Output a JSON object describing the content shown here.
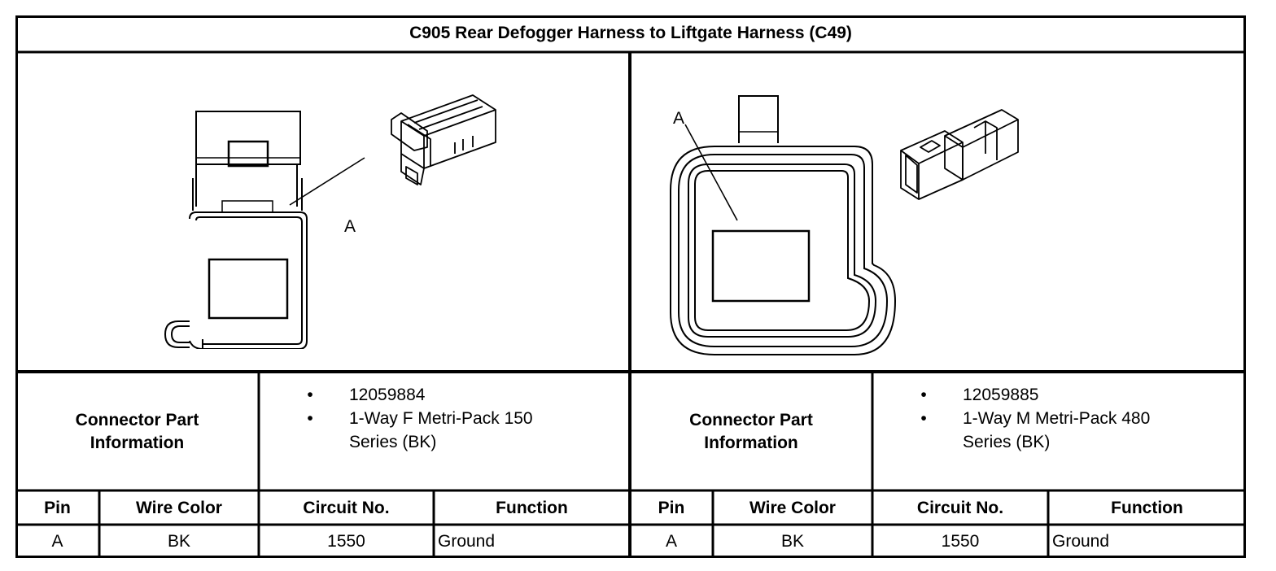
{
  "title": "C905 Rear Defogger Harness to Liftgate Harness (C49)",
  "connectors": [
    {
      "callout": "A",
      "info_label_line1": "Connector Part",
      "info_label_line2": "Information",
      "part_number": "12059884",
      "description_line1": "1-Way F Metri-Pack 150",
      "description_line2": "Series (BK)",
      "headers": {
        "pin": "Pin",
        "wire_color": "Wire Color",
        "circuit": "Circuit No.",
        "function": "Function"
      },
      "rows": [
        {
          "pin": "A",
          "wire_color": "BK",
          "circuit": "1550",
          "function": "Ground"
        }
      ]
    },
    {
      "callout": "A",
      "info_label_line1": "Connector Part",
      "info_label_line2": "Information",
      "part_number": "12059885",
      "description_line1": "1-Way M Metri-Pack 480",
      "description_line2": "Series (BK)",
      "headers": {
        "pin": "Pin",
        "wire_color": "Wire Color",
        "circuit": "Circuit No.",
        "function": "Function"
      },
      "rows": [
        {
          "pin": "A",
          "wire_color": "BK",
          "circuit": "1550",
          "function": "Ground"
        }
      ]
    }
  ],
  "bullet_glyph": "•"
}
